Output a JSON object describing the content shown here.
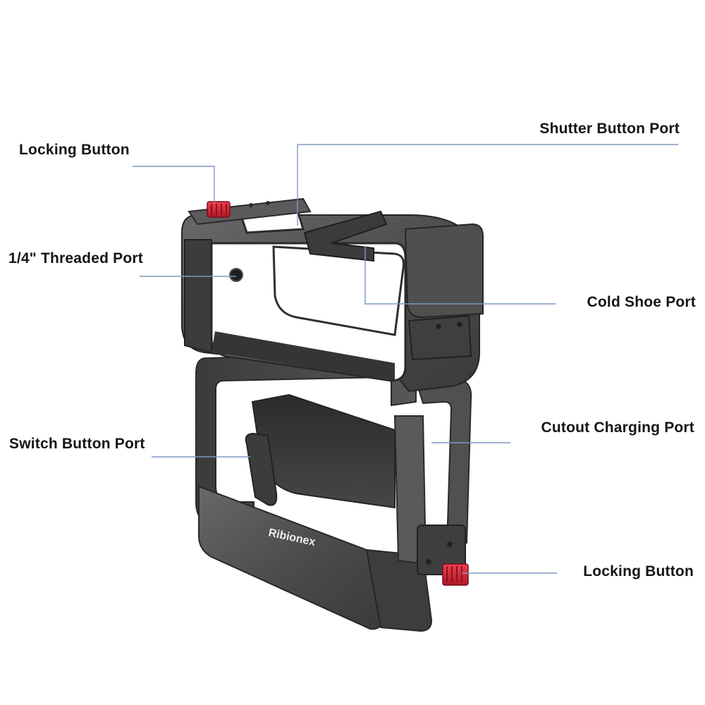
{
  "product": {
    "brand": "Ribionex"
  },
  "callouts": {
    "locking_button_top": "Locking Button",
    "shutter_button_port": "Shutter Button Port",
    "threaded_port": "1/4\" Threaded Port",
    "cold_shoe_port": "Cold Shoe Port",
    "switch_button_port": "Switch Button Port",
    "cutout_charging_port": "Cutout Charging Port",
    "locking_button_bottom": "Locking Button"
  },
  "colors": {
    "cage_body": "#4a4a4a",
    "cage_dark": "#2e2e2e",
    "cage_highlight": "#6b6b6b",
    "locking_button": "#d8283a",
    "leader_line": "#7e98bf",
    "label_text": "#151515",
    "background": "#ffffff"
  }
}
